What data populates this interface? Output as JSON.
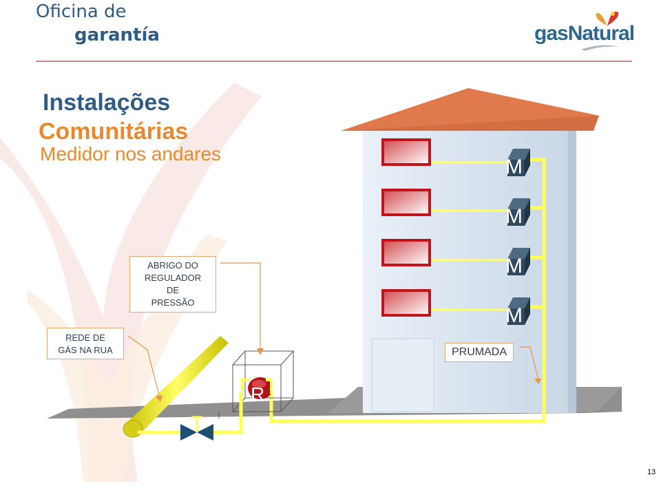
{
  "brand": {
    "line1": "Oficina de",
    "line2": "garantía",
    "logo": "gasNatural"
  },
  "title": {
    "line1": "Instalações",
    "line2": "Comunitárias",
    "line3": "Medidor nos andares"
  },
  "labels": {
    "regulador": [
      "ABRIGO DO",
      "REGULADOR",
      "DE",
      "PRESSÃO"
    ],
    "rede": [
      "REDE DE",
      "GÁS NA RUA"
    ],
    "prumada": "PRUMADA"
  },
  "meters": [
    "M",
    "M",
    "M",
    "M"
  ],
  "regulator_letter": "R",
  "page_number": "13",
  "colors": {
    "brand_blue": "#2f5c84",
    "accent_orange": "#e88a2c",
    "pipe_yellow": "#ffff55",
    "building": "#d7e3f0",
    "roof": "#e07a4c",
    "window_red": "#c0131a",
    "meter": "#2f4a5e"
  },
  "icons": [
    "butterfly-logo-icon",
    "valve-icon",
    "regulator-icon",
    "meter-icon"
  ]
}
